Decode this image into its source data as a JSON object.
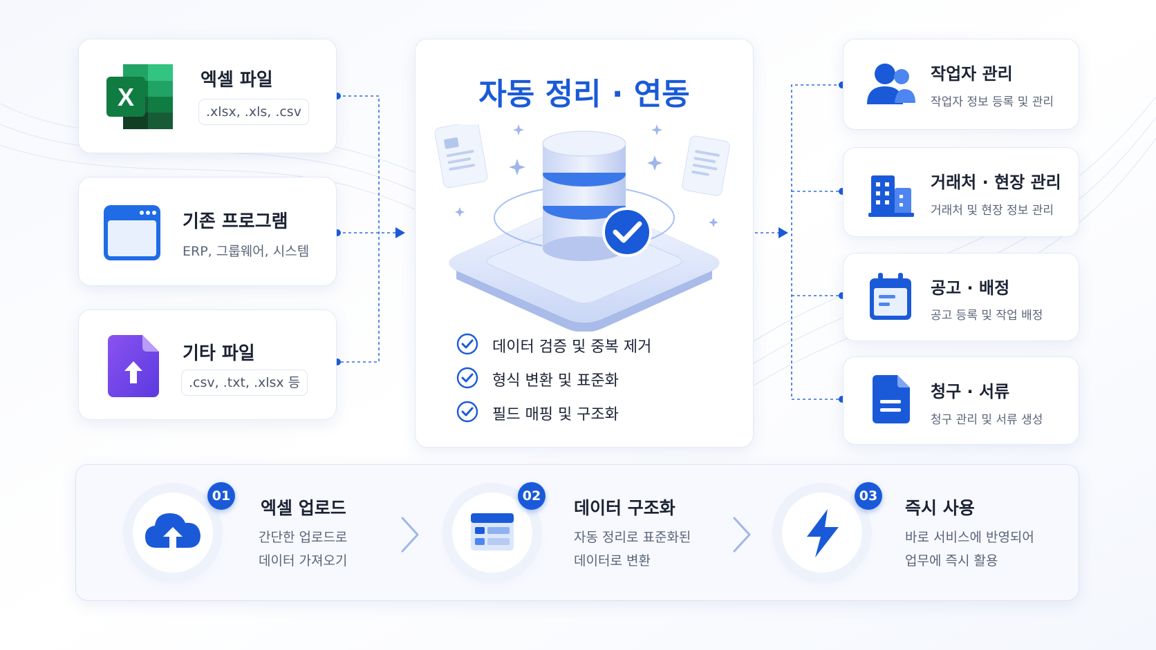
{
  "colors": {
    "accent": "#1a5ad8",
    "accent_light": "#3f7cf0",
    "text": "#1b2233",
    "muted": "#5a6478"
  },
  "sources": [
    {
      "icon": "excel-icon",
      "title": "엑셀 파일",
      "detail": ".xlsx, .xls, .csv"
    },
    {
      "icon": "browser-window-icon",
      "title": "기존 프로그램",
      "detail": "ERP, 그룹웨어, 시스템"
    },
    {
      "icon": "file-upload-icon",
      "title": "기타 파일",
      "detail": ".csv, .txt, .xlsx 등"
    }
  ],
  "excel_letter": "X",
  "center": {
    "title": "자동 정리 · 연동",
    "checks": [
      "데이터 검증 및 중복 제거",
      "형식 변환 및 표준화",
      "필드 매핑 및 구조화"
    ]
  },
  "targets": [
    {
      "icon": "users-icon",
      "title": "작업자 관리",
      "desc": "작업자 정보 등록 및 관리"
    },
    {
      "icon": "building-icon",
      "title": "거래처 · 현장 관리",
      "desc": "거래처 및 현장 정보 관리"
    },
    {
      "icon": "calendar-icon",
      "title": "공고 · 배정",
      "desc": "공고 등록 및 작업 배정"
    },
    {
      "icon": "document-icon",
      "title": "청구 · 서류",
      "desc": "청구 관리 및 서류 생성"
    }
  ],
  "steps": [
    {
      "num": "01",
      "icon": "cloud-upload-icon",
      "title": "엑셀 업로드",
      "line1": "간단한 업로드로",
      "line2": "데이터 가져오기"
    },
    {
      "num": "02",
      "icon": "table-layout-icon",
      "title": "데이터 구조화",
      "line1": "자동 정리로 표준화된",
      "line2": "데이터로 변환"
    },
    {
      "num": "03",
      "icon": "lightning-icon",
      "title": "즉시 사용",
      "line1": "바로 서비스에 반영되어",
      "line2": "업무에 즉시 활용"
    }
  ]
}
